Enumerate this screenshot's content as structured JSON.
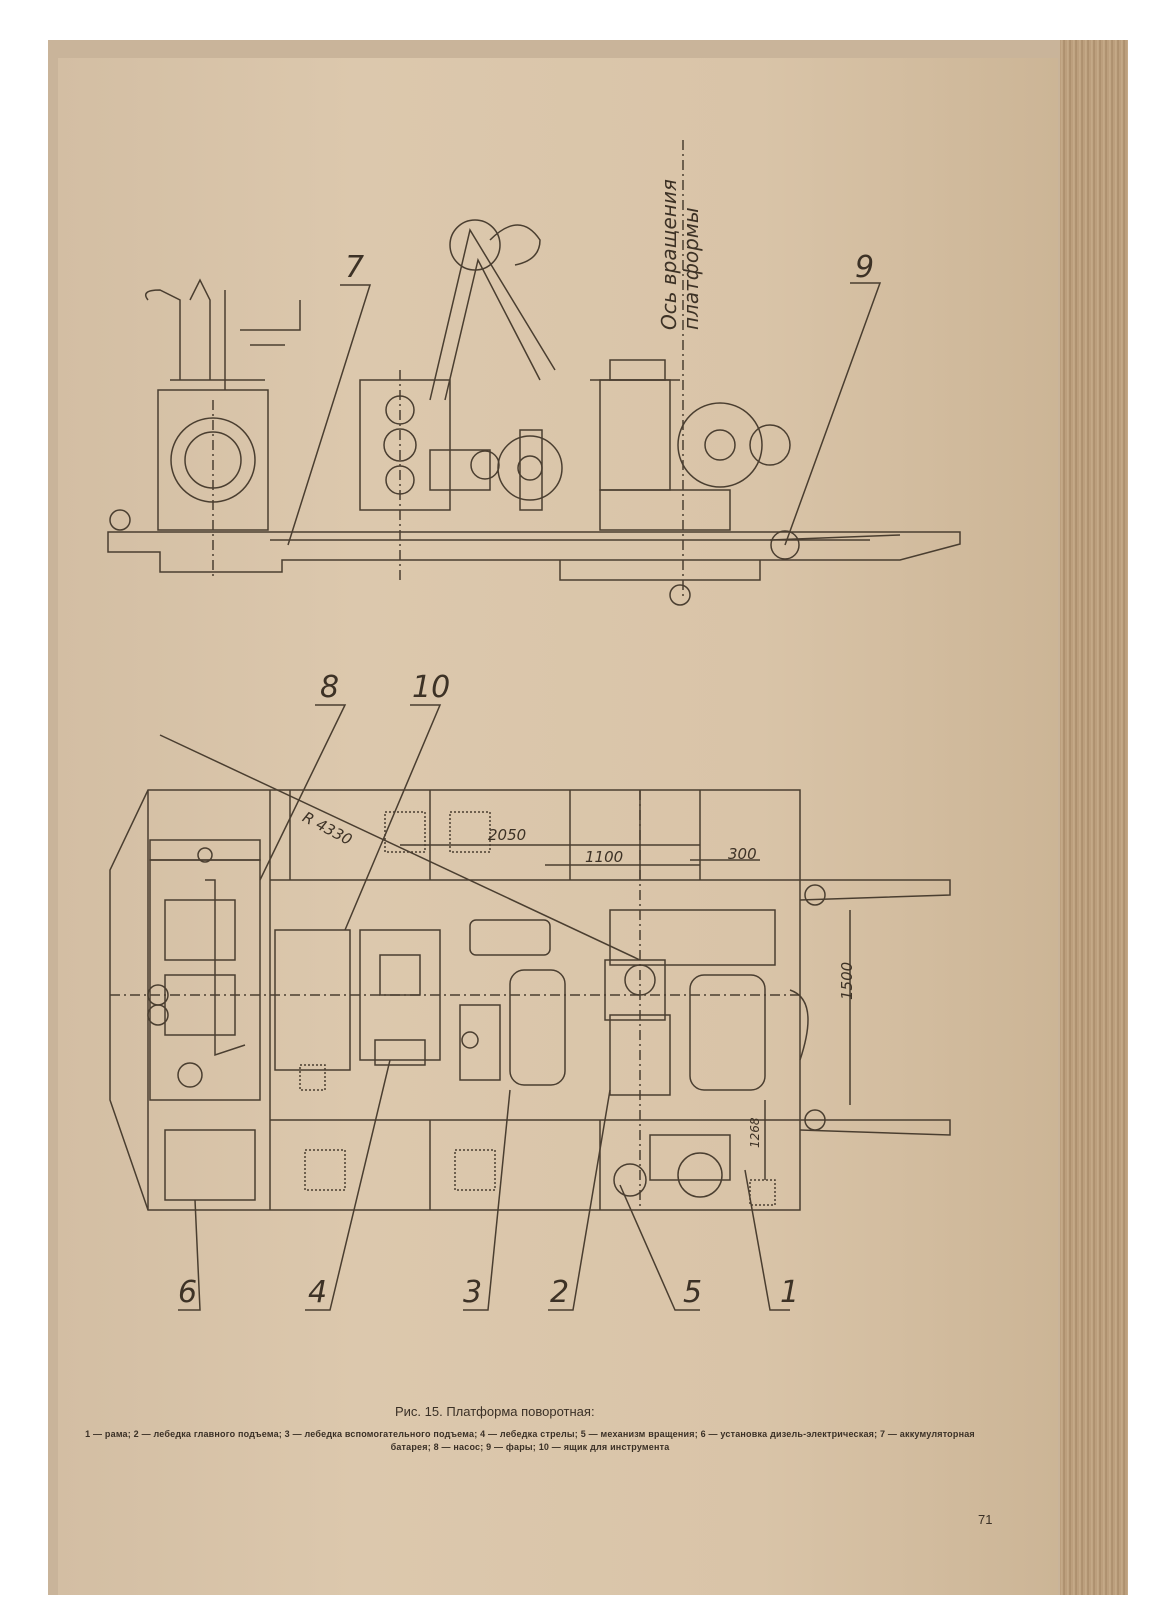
{
  "figure": {
    "side_view": {
      "axis_label_line1": "Ось вращения",
      "axis_label_line2": "платформы",
      "callouts": [
        "7",
        "9"
      ]
    },
    "plan_view": {
      "callouts_top": [
        "8",
        "10"
      ],
      "callouts_bottom": [
        "6",
        "4",
        "3",
        "2",
        "5",
        "1"
      ],
      "dimensions": {
        "radius": "R 4330",
        "d2050": "2050",
        "d1100": "1100",
        "d300": "300",
        "d1500": "1500",
        "d1268": "1268"
      }
    }
  },
  "caption": {
    "title": "Рис. 15. Платформа поворотная:",
    "text": "1 — рама; 2 — лебедка главного подъема; 3 — лебедка вспомогательного подъема; 4 — лебедка стрелы; 5 — механизм вращения; 6 — установка дизель-электрическая; 7 — аккумуляторная батарея; 8 — насос; 9 — фары; 10 — ящик для инструмента"
  },
  "page_number": "71"
}
